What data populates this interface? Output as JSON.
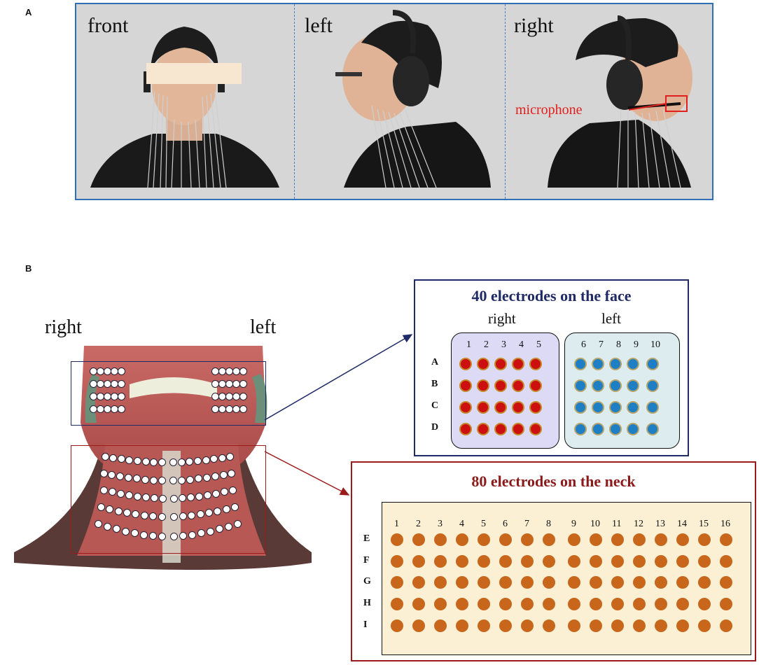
{
  "panel_a": {
    "label": "A",
    "views": [
      {
        "id": "front",
        "caption": "front"
      },
      {
        "id": "left",
        "caption": "left"
      },
      {
        "id": "right",
        "caption": "right"
      }
    ],
    "microphone_label": "microphone"
  },
  "panel_b": {
    "label": "B",
    "side_right": "right",
    "side_left": "left",
    "face": {
      "title": "40 electrodes on the face",
      "group_right_label": "right",
      "group_left_label": "left",
      "right_columns": [
        "1",
        "2",
        "3",
        "4",
        "5"
      ],
      "left_columns": [
        "6",
        "7",
        "8",
        "9",
        "10"
      ],
      "rows": [
        "A",
        "B",
        "C",
        "D"
      ],
      "right_color": "#cc1010",
      "left_color": "#1f7fc4"
    },
    "neck": {
      "title": "80 electrodes on the neck",
      "columns": [
        "1",
        "2",
        "3",
        "4",
        "5",
        "6",
        "7",
        "8",
        "9",
        "10",
        "11",
        "12",
        "13",
        "14",
        "15",
        "16"
      ],
      "rows": [
        "E",
        "F",
        "G",
        "H",
        "I"
      ],
      "color": "#c8661b"
    }
  }
}
